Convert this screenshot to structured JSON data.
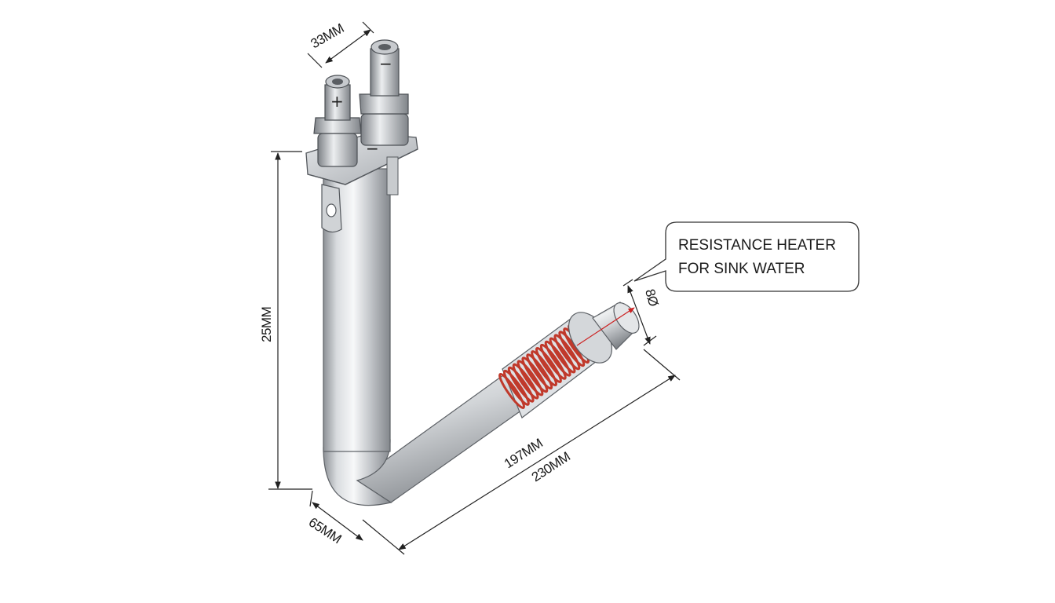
{
  "callout": {
    "line1": "RESISTANCE HEATER",
    "line2": "FOR SINK WATER"
  },
  "dimensions": {
    "top_spacing": "33MM",
    "vertical_height": "25MM",
    "bottom_offset": "65MM",
    "inner_length": "197MM",
    "total_length": "230MM",
    "diameter": "8Ø"
  },
  "terminals": {
    "left_symbol": "+",
    "right_symbol": "−",
    "flange_symbol": "−"
  },
  "colors": {
    "tube_metal": "#c9ccd0",
    "coil": "#c0392b",
    "dimension_arrow_red": "#cc2222"
  }
}
